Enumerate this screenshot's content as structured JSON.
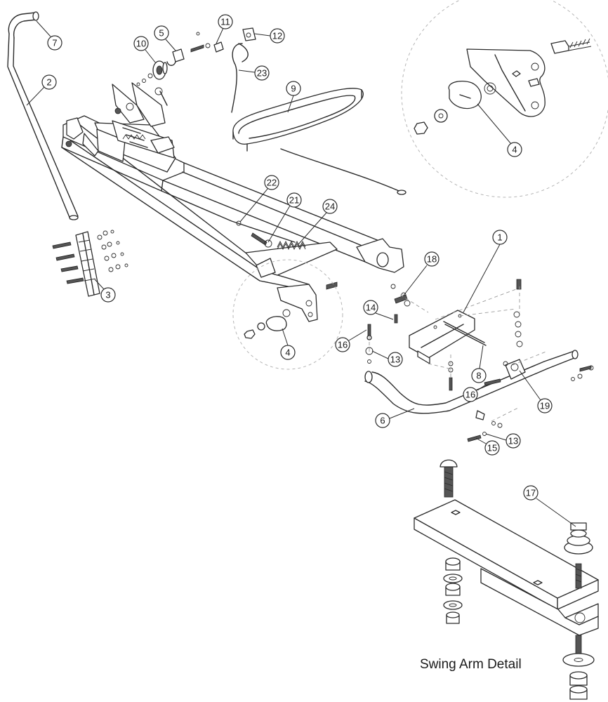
{
  "detail_title": "Swing Arm Detail",
  "callouts": [
    {
      "id": "c1",
      "label": "1"
    },
    {
      "id": "c2",
      "label": "2"
    },
    {
      "id": "c3",
      "label": "3"
    },
    {
      "id": "c4a",
      "label": "4"
    },
    {
      "id": "c4b",
      "label": "4"
    },
    {
      "id": "c5",
      "label": "5"
    },
    {
      "id": "c6",
      "label": "6"
    },
    {
      "id": "c7",
      "label": "7"
    },
    {
      "id": "c8",
      "label": "8"
    },
    {
      "id": "c9",
      "label": "9"
    },
    {
      "id": "c10",
      "label": "10"
    },
    {
      "id": "c11",
      "label": "11"
    },
    {
      "id": "c12",
      "label": "12"
    },
    {
      "id": "c13a",
      "label": "13"
    },
    {
      "id": "c13b",
      "label": "13"
    },
    {
      "id": "c14",
      "label": "14"
    },
    {
      "id": "c15",
      "label": "15"
    },
    {
      "id": "c16a",
      "label": "16"
    },
    {
      "id": "c16b",
      "label": "16"
    },
    {
      "id": "c17",
      "label": "17"
    },
    {
      "id": "c18",
      "label": "18"
    },
    {
      "id": "c19",
      "label": "19"
    },
    {
      "id": "c21",
      "label": "21"
    },
    {
      "id": "c22",
      "label": "22"
    },
    {
      "id": "c23",
      "label": "23"
    },
    {
      "id": "c24",
      "label": "24"
    }
  ]
}
